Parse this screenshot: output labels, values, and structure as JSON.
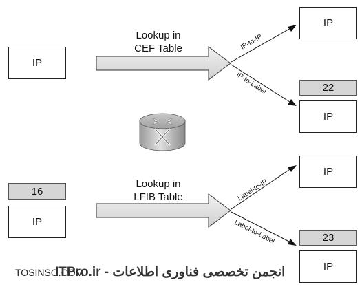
{
  "diagram": {
    "ip_label": "IP",
    "top": {
      "lookup_line1": "Lookup in",
      "lookup_line2": "CEF Table",
      "path_ip_to_ip": "IP-to-IP",
      "path_ip_to_label": "IP-to-Label",
      "out_label": "22"
    },
    "bottom": {
      "in_label": "16",
      "lookup_line1": "Lookup in",
      "lookup_line2": "LFIB Table",
      "path_label_to_ip": "Label-to-IP",
      "path_label_to_label": "Label-to-Label",
      "out_label": "23"
    },
    "router_icon": "router-icon"
  },
  "watermark": {
    "site": "TOSINSO.COM",
    "text_fa": "ITPro.ir - انجمن تخصصی فناوری اطلاعات"
  }
}
